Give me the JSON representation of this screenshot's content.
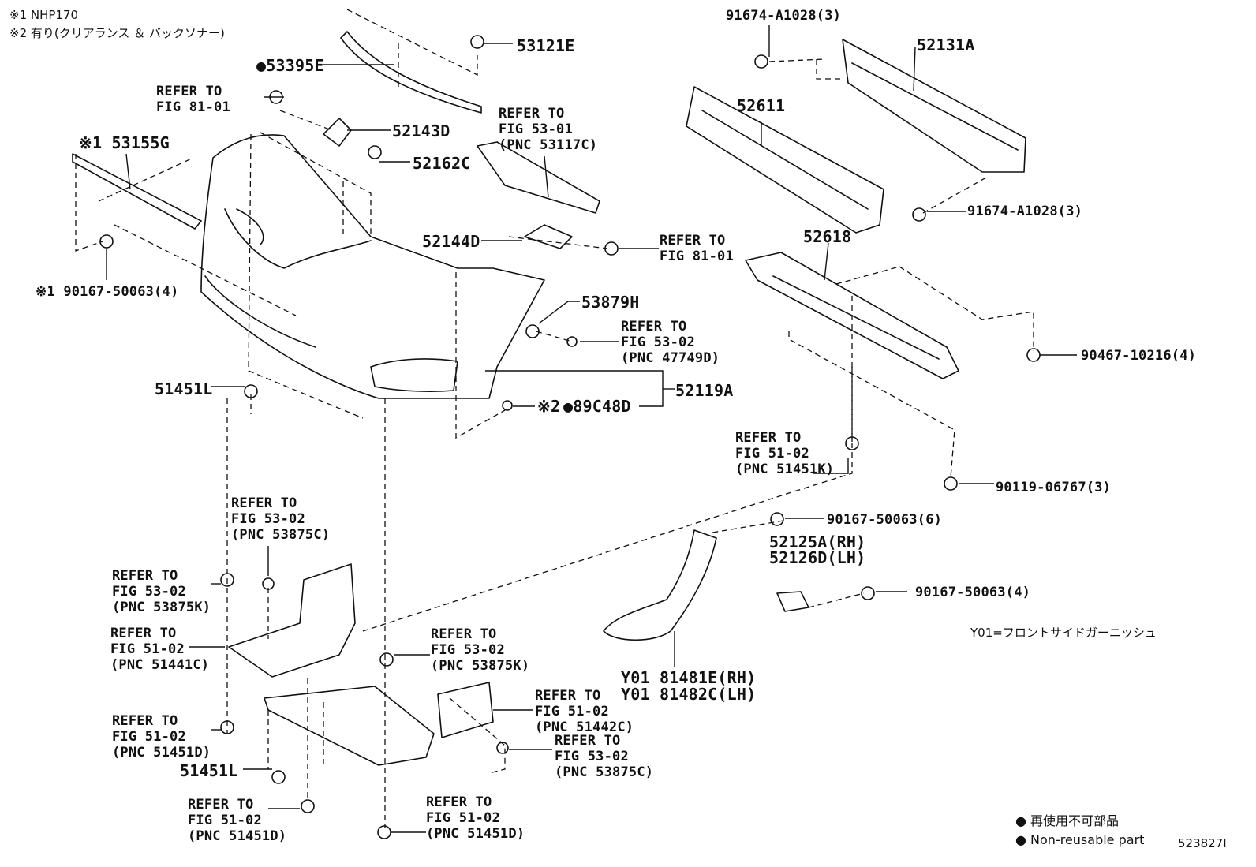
{
  "notes": {
    "note1": "※1 NHP170",
    "note2": "※2 有り(クリアランス ＆ バックソナー)",
    "y01": "Y01=フロントサイドガーニッシュ"
  },
  "parts": {
    "p53121E": "53121E",
    "p53395E": "●53395E",
    "p52143D": "52143D",
    "p52162C": "52162C",
    "p53155G": "※1 53155G",
    "p90167_left": "※1 90167-50063(4)",
    "p52144D": "52144D",
    "p53879H": "53879H",
    "p51451L_top": "51451L",
    "p52119A": "52119A",
    "p89C48D": "●89C48D",
    "p89C48D_mark": "※2",
    "p91674_top": "91674-A1028(3)",
    "p52131A": "52131A",
    "p52611": "52611",
    "p91674_bot": "91674-A1028(3)",
    "p52618": "52618",
    "p90467": "90467-10216(4)",
    "p90119": "90119-06767(3)",
    "p90167_6": "90167-50063(6)",
    "p52125A": "52125A(RH)",
    "p52126D": "52126D(LH)",
    "p90167_4": "90167-50063(4)",
    "p81481E": "Y01 81481E(RH)",
    "p81482C": "Y01 81482C(LH)",
    "p51451L_bot": "51451L"
  },
  "refs": {
    "r81_01_a": "REFER TO\nFIG 81-01",
    "r53_01": "REFER TO\nFIG 53-01\n(PNC 53117C)",
    "r81_01_b": "REFER TO\nFIG 81-01",
    "r53_02_47749D": "REFER TO\nFIG 53-02\n(PNC 47749D)",
    "r51_02_51451K": "REFER TO\nFIG 51-02\n(PNC 51451K)",
    "r53_02_53875C_top": "REFER TO\nFIG 53-02\n(PNC 53875C)",
    "r53_02_53875K_left": "REFER TO\nFIG 53-02\n(PNC 53875K)",
    "r51_02_51441C": "REFER TO\nFIG 51-02\n(PNC 51441C)",
    "r53_02_53875K_mid": "REFER TO\nFIG 53-02\n(PNC 53875K)",
    "r51_02_51442C": "REFER TO\nFIG 51-02\n(PNC 51442C)",
    "r53_02_53875C_bot": "REFER TO\nFIG 53-02\n(PNC 53875C)",
    "r51_02_51451D_left": "REFER TO\nFIG 51-02\n(PNC 51451D)",
    "r51_02_51451D_mid": "REFER TO\nFIG 51-02\n(PNC 51451D)",
    "r51_02_51451D_bot": "REFER TO\nFIG 51-02\n(PNC 51451D)"
  },
  "legend": {
    "line1": "● 再使用不可部品",
    "line2": "● Non-reusable part",
    "figure_id": "523827I"
  }
}
